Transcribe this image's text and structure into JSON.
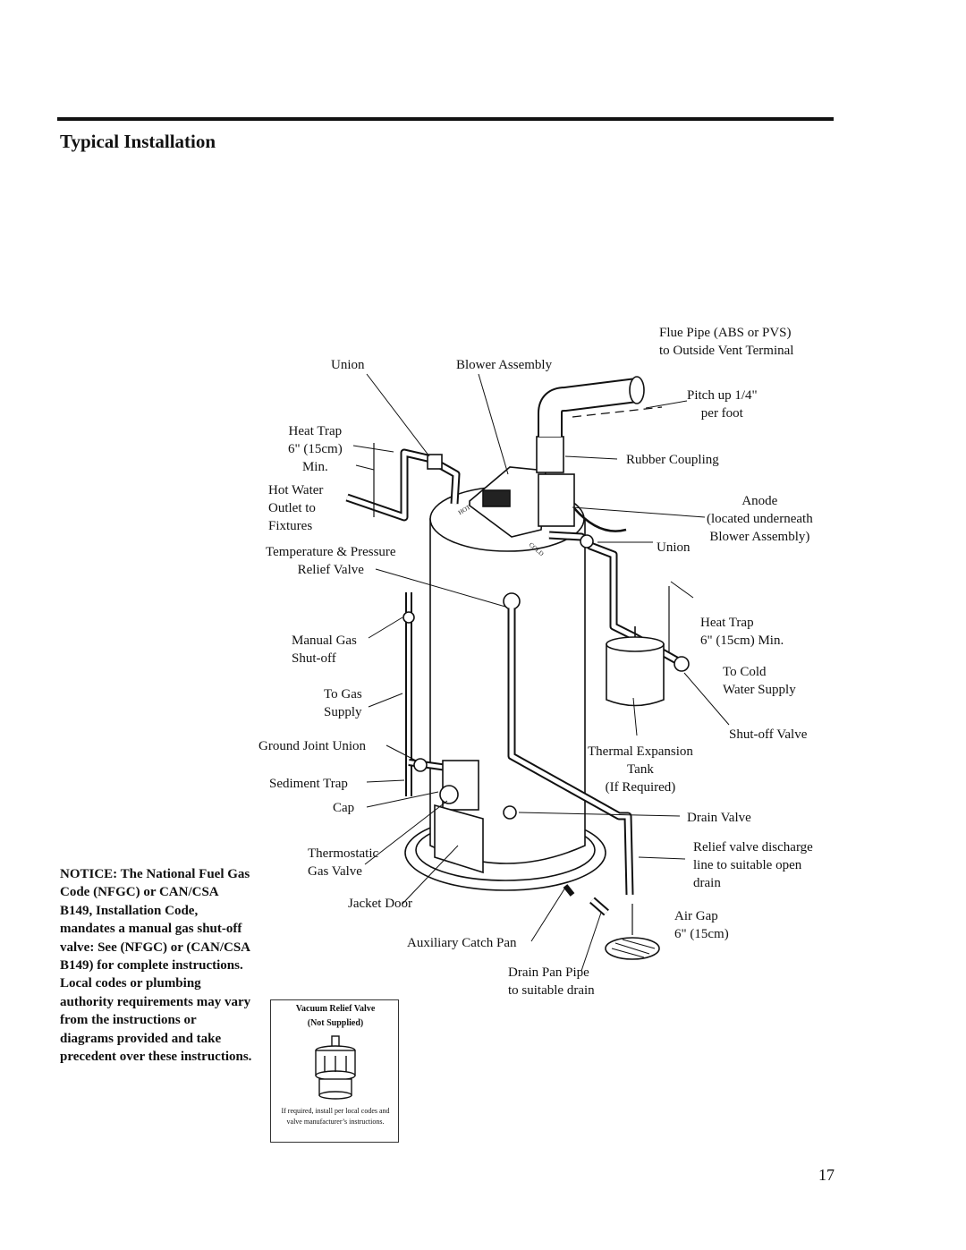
{
  "page": {
    "title": "Typical Installation",
    "page_number": "17"
  },
  "labels": {
    "flue_pipe": "Flue Pipe (ABS or PVS)\nto Outside Vent Terminal",
    "union_top": "Union",
    "blower_assembly": "Blower Assembly",
    "pitch": "Pitch up 1/4\"\nper foot",
    "heat_trap_left": "Heat Trap\n6\" (15cm)\nMin.",
    "rubber_coupling": "Rubber Coupling",
    "hot_water_outlet": "Hot Water\nOutlet to\nFixtures",
    "anode": "Anode\n(located underneath\nBlower Assembly)",
    "union_right": "Union",
    "tp_valve": "Temperature & Pressure\nRelief Valve",
    "manual_gas": "Manual Gas\nShut-off",
    "heat_trap_right": "Heat Trap\n6\" (15cm) Min.",
    "to_cold": "To Cold\nWater Supply",
    "to_gas": "To Gas\nSupply",
    "shutoff_valve": "Shut-off Valve",
    "ground_joint": "Ground Joint Union",
    "thermal_expansion": "Thermal Expansion\nTank\n(If Required)",
    "sediment_trap": "Sediment Trap",
    "cap": "Cap",
    "drain_valve": "Drain Valve",
    "thermostatic": "Thermostatic\nGas Valve",
    "relief_discharge": "Relief valve discharge\nline to suitable open\ndrain",
    "jacket_door": "Jacket Door",
    "air_gap": "Air Gap\n6\" (15cm)",
    "aux_catch_pan": "Auxiliary Catch Pan",
    "drain_pan_pipe": "Drain Pan Pipe\nto suitable drain",
    "tank_hot": "HOT",
    "tank_cold": "COLD"
  },
  "notice": "NOTICE: The National Fuel Gas Code (NFGC) or CAN/CSA B149, Installation Code, mandates a manual gas shut-off valve: See (NFGC) or (CAN/CSA B149) for complete instructions. Local codes or plumbing authority requirements may vary from the instructions or diagrams provided and take precedent over these instructions.",
  "vacuum_box": {
    "title": "Vacuum Relief Valve",
    "subtitle": "(Not Supplied)",
    "note": "If required, install per local codes and valve manufacturer’s instructions."
  }
}
